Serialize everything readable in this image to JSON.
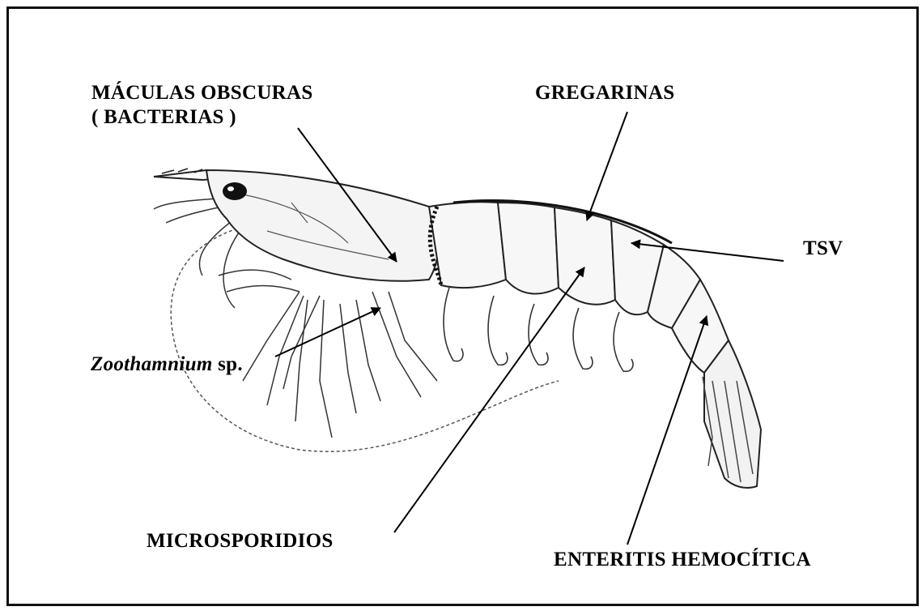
{
  "labels": {
    "maculas_line1": "MÁCULAS OBSCURAS",
    "maculas_line2": "( BACTERIAS )",
    "gregarinas": "GREGARINAS",
    "tsv": "TSV",
    "zoothamnium_italic": "Zoothamnium",
    "zoothamnium_suffix": " sp.",
    "microsporidios": "MICROSPORIDIOS",
    "enteritis": "ENTERITIS HEMOCÍTICA"
  }
}
